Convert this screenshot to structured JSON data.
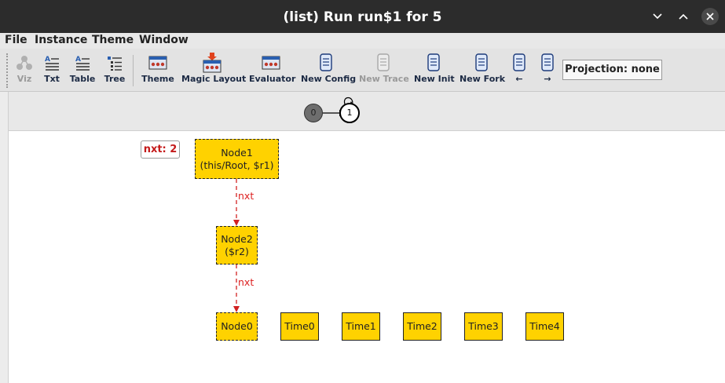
{
  "window": {
    "title": "(list) Run run$1 for 5"
  },
  "menubar": {
    "items": [
      {
        "label": "File"
      },
      {
        "label": "Instance"
      },
      {
        "label": "Theme"
      },
      {
        "label": "Window"
      }
    ]
  },
  "toolbar": {
    "tools": [
      {
        "label": "Viz",
        "icon": "viz-icon",
        "enabled": false
      },
      {
        "label": "Txt",
        "icon": "txt-icon",
        "enabled": true
      },
      {
        "label": "Table",
        "icon": "table-icon",
        "enabled": true
      },
      {
        "label": "Tree",
        "icon": "tree-icon",
        "enabled": true
      },
      {
        "label": "Theme",
        "icon": "theme-icon",
        "enabled": true
      },
      {
        "label": "Magic Layout",
        "icon": "magic-layout-icon",
        "enabled": true
      },
      {
        "label": "Evaluator",
        "icon": "evaluator-icon",
        "enabled": true
      },
      {
        "label": "New Config",
        "icon": "scroll-icon",
        "enabled": true
      },
      {
        "label": "New Trace",
        "icon": "scroll-icon",
        "enabled": false
      },
      {
        "label": "New Init",
        "icon": "scroll-icon",
        "enabled": true
      },
      {
        "label": "New Fork",
        "icon": "scroll-icon",
        "enabled": true
      },
      {
        "label": "←",
        "icon": "scroll-icon",
        "enabled": true
      },
      {
        "label": "→",
        "icon": "scroll-icon",
        "enabled": true
      }
    ],
    "projection": "Projection: none"
  },
  "trace": {
    "states": [
      "0",
      "1"
    ]
  },
  "graph": {
    "nxt_label": "nxt: 2",
    "nodes": {
      "node1": {
        "line1": "Node1",
        "line2": "(this/Root, $r1)"
      },
      "node2": {
        "line1": "Node2",
        "line2": "($r2)"
      },
      "node0": {
        "line1": "Node0"
      },
      "time0": {
        "line1": "Time0"
      },
      "time1": {
        "line1": "Time1"
      },
      "time2": {
        "line1": "Time2"
      },
      "time3": {
        "line1": "Time3"
      },
      "time4": {
        "line1": "Time4"
      }
    },
    "edges": [
      {
        "label": "nxt"
      },
      {
        "label": "nxt"
      }
    ]
  },
  "colors": {
    "node_fill": "#ffd200",
    "edge": "#d22222",
    "titlebar": "#2c2c2c"
  }
}
